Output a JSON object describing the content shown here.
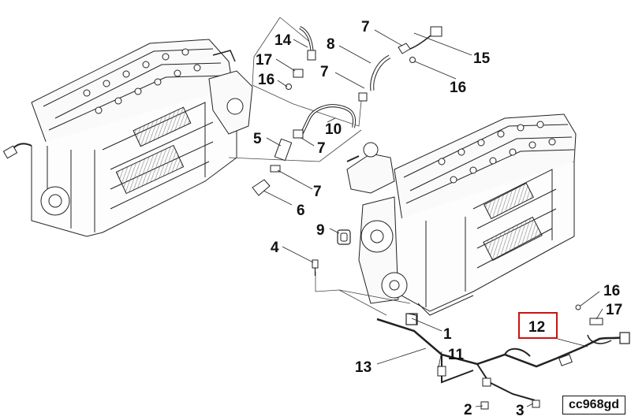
{
  "callouts": {
    "c14": "14",
    "c8": "8",
    "c7_top": "7",
    "c15": "15",
    "c17_top": "17",
    "c7_mid": "7",
    "c16_top_left": "16",
    "c16_top_right": "16",
    "c10": "10",
    "c5": "5",
    "c7_lower": "7",
    "c7_bottom": "7",
    "c6": "6",
    "c9": "9",
    "c4": "4",
    "c16_right": "16",
    "c17_right": "17",
    "c12": "12",
    "c1": "1",
    "c11": "11",
    "c13": "13",
    "c2": "2",
    "c3": "3"
  },
  "drawing_code": "cc968gd",
  "highlight_color": "#d01010"
}
